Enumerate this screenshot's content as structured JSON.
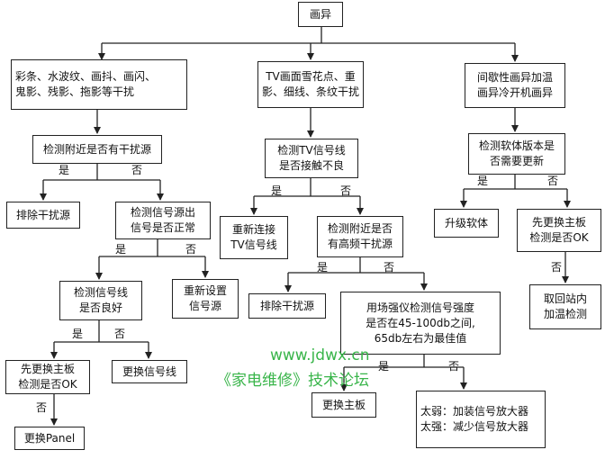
{
  "nodes": {
    "root": "画异",
    "a1": "彩条、水波纹、画抖、画闪、\n鬼影、残影、拖影等干扰",
    "a2": "检测附近是否有干扰源",
    "a3": "排除干扰源",
    "a4": "检测信号源出\n信号是否正常",
    "a5": "检测信号线\n是否良好",
    "a6": "重新设置\n信号源",
    "a7": "先更换主板\n检测是否OK",
    "a8": "更换信号线",
    "a9": "更换Panel",
    "b1": "TV画面雪花点、重\n影、细线、条纹干扰",
    "b2": "检测TV信号线\n是否接触不良",
    "b3": "重新连接\nTV信号线",
    "b4": "检测附近是否\n有高频干扰源",
    "b5": "排除干扰源",
    "b6": "用场强仪检测信号强度\n是否在45-100db之间,\n65db左右为最佳值",
    "b7": "更换主板",
    "b8": "太弱：加装信号放大器\n太强：减少信号放大器",
    "c1": "间歇性画异加温\n画异冷开机画异",
    "c2": "检测软体版本是\n否需要更新",
    "c3": "升级软体",
    "c4": "先更换主板\n检测是否OK",
    "c5": "取回站内\n加温检测"
  },
  "labels": {
    "yes": "是",
    "no": "否"
  },
  "watermark": {
    "url": "www.jdwx.cn",
    "forum": "《家电维修》技术论坛",
    "color": "#39b54a"
  }
}
